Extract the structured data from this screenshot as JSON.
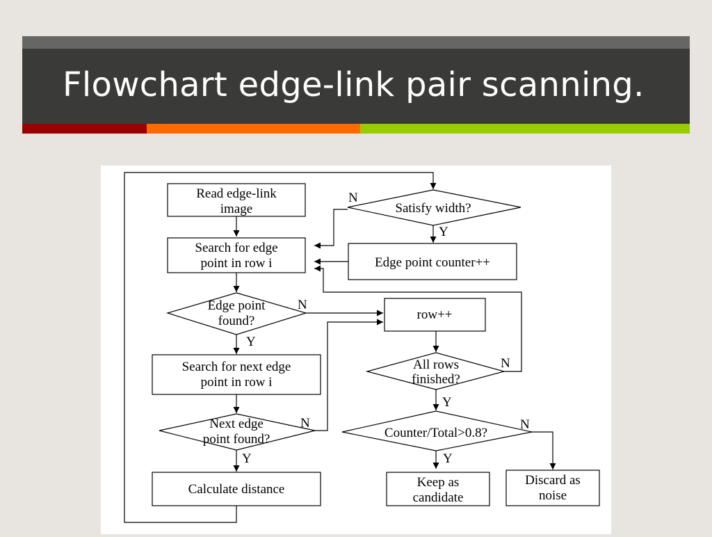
{
  "slide": {
    "title": "Flowchart edge-link pair scanning.",
    "colors": {
      "background": "#e8e5e0",
      "title_bar": "#3a3a38",
      "title_bar_top": "#666664",
      "title_text": "#ffffff",
      "accent_red": "#990000",
      "accent_orange": "#ff6a00",
      "accent_green": "#99cc00"
    }
  },
  "flowchart": {
    "read_image": [
      "Read edge-link",
      "image"
    ],
    "search_edge": [
      "Search for edge",
      "point in row i"
    ],
    "edge_found": [
      "Edge point",
      "found?"
    ],
    "search_next": [
      "Search for next edge",
      "point in row i"
    ],
    "next_found": [
      "Next edge",
      "point found?"
    ],
    "calc_distance": [
      "Calculate distance"
    ],
    "satisfy_width": [
      "Satisfy width?"
    ],
    "edge_counter": [
      "Edge point counter++"
    ],
    "row_inc": [
      "row++"
    ],
    "all_rows": [
      "All rows",
      "finished?"
    ],
    "counter_total": [
      "Counter/Total>0.8?"
    ],
    "keep_candidate": [
      "Keep as",
      "candidate"
    ],
    "discard_noise": [
      "Discard as",
      "noise"
    ],
    "label_yes": "Y",
    "label_no": "N"
  }
}
